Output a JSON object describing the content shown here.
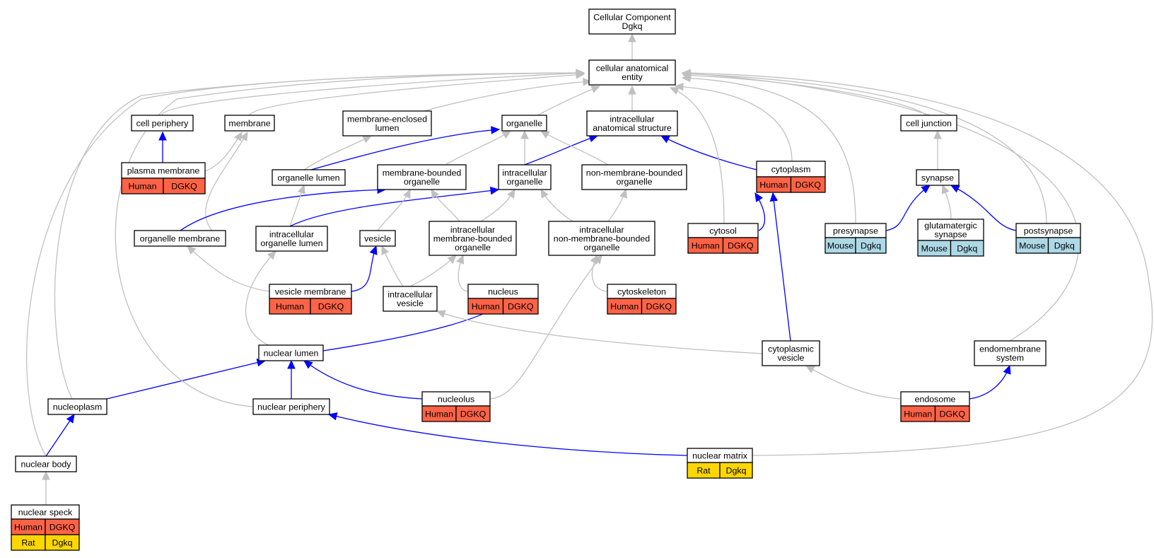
{
  "colors": {
    "human": "#ff6347",
    "mouse": "#add8e6",
    "rat": "#ffd700",
    "is_a_edge": "#c0c0c0",
    "part_of_edge": "#0000ff"
  },
  "nodes": {
    "cc": [
      "Cellular Component",
      "Dgkq"
    ],
    "cae": [
      "cellular anatomical",
      "entity"
    ],
    "cellperiph": [
      "cell periphery"
    ],
    "membrane": [
      "membrane"
    ],
    "melumen": [
      "membrane-enclosed",
      "lumen"
    ],
    "organelle": [
      "organelle"
    ],
    "ias": [
      "intracellular",
      "anatomical structure"
    ],
    "celljunction": [
      "cell junction"
    ],
    "plasmamem": [
      "plasma membrane"
    ],
    "orglumen": [
      "organelle lumen"
    ],
    "mbo": [
      "membrane-bounded",
      "organelle"
    ],
    "intorg": [
      "intracellular",
      "organelle"
    ],
    "nmbo": [
      "non-membrane-bounded",
      "organelle"
    ],
    "cytoplasm": [
      "cytoplasm"
    ],
    "synapse": [
      "synapse"
    ],
    "orgmem": [
      "organelle membrane"
    ],
    "iol": [
      "intracellular",
      "organelle lumen"
    ],
    "vesicle": [
      "vesicle"
    ],
    "imbo": [
      "intracellular",
      "membrane-bounded",
      "organelle"
    ],
    "inmbo": [
      "intracellular",
      "non-membrane-bounded",
      "organelle"
    ],
    "cytosol": [
      "cytosol"
    ],
    "presyn": [
      "presynapse"
    ],
    "glusyn": [
      "glutamatergic",
      "synapse"
    ],
    "postsyn": [
      "postsynapse"
    ],
    "vesmem": [
      "vesicle membrane"
    ],
    "intves": [
      "intracellular",
      "vesicle"
    ],
    "nucleus": [
      "nucleus"
    ],
    "cytoskel": [
      "cytoskeleton"
    ],
    "nuclumen": [
      "nuclear lumen"
    ],
    "cytoves": [
      "cytoplasmic",
      "vesicle"
    ],
    "endomem": [
      "endomembrane",
      "system"
    ],
    "nucleoplasm": [
      "nucleoplasm"
    ],
    "nucperiph": [
      "nuclear periphery"
    ],
    "nucleolus": [
      "nucleolus"
    ],
    "endosome": [
      "endosome"
    ],
    "nucbody": [
      "nuclear body"
    ],
    "nucmatrix": [
      "nuclear matrix"
    ],
    "nucspeck": [
      "nuclear speck"
    ]
  },
  "annotations": {
    "plasmamem": [
      [
        "Human",
        "DGKQ"
      ]
    ],
    "cytoplasm": [
      [
        "Human",
        "DGKQ"
      ]
    ],
    "cytosol": [
      [
        "Human",
        "DGKQ"
      ]
    ],
    "presyn": [
      [
        "Mouse",
        "Dgkq"
      ]
    ],
    "glusyn": [
      [
        "Mouse",
        "Dgkq"
      ]
    ],
    "postsyn": [
      [
        "Mouse",
        "Dgkq"
      ]
    ],
    "vesmem": [
      [
        "Human",
        "DGKQ"
      ]
    ],
    "nucleus": [
      [
        "Human",
        "DGKQ"
      ]
    ],
    "cytoskel": [
      [
        "Human",
        "DGKQ"
      ]
    ],
    "nucleolus": [
      [
        "Human",
        "DGKQ"
      ]
    ],
    "endosome": [
      [
        "Human",
        "DGKQ"
      ]
    ],
    "nucmatrix": [
      [
        "Rat",
        "Dgkq"
      ]
    ],
    "nucspeck": [
      [
        "Human",
        "DGKQ"
      ],
      [
        "Rat",
        "Dgkq"
      ]
    ]
  },
  "edges": [
    [
      "cae",
      "cc",
      "is_a"
    ],
    [
      "cellperiph",
      "cae",
      "is_a"
    ],
    [
      "membrane",
      "cae",
      "is_a"
    ],
    [
      "melumen",
      "cae",
      "is_a"
    ],
    [
      "organelle",
      "cae",
      "is_a"
    ],
    [
      "ias",
      "cae",
      "is_a"
    ],
    [
      "celljunction",
      "cae",
      "is_a"
    ],
    [
      "plasmamem",
      "cellperiph",
      "part_of"
    ],
    [
      "plasmamem",
      "membrane",
      "is_a"
    ],
    [
      "orglumen",
      "melumen",
      "is_a"
    ],
    [
      "orglumen",
      "organelle",
      "part_of"
    ],
    [
      "mbo",
      "organelle",
      "is_a"
    ],
    [
      "intorg",
      "organelle",
      "is_a"
    ],
    [
      "intorg",
      "ias",
      "part_of"
    ],
    [
      "nmbo",
      "organelle",
      "is_a"
    ],
    [
      "cytoplasm",
      "ias",
      "part_of"
    ],
    [
      "cytoplasm",
      "cae",
      "is_a"
    ],
    [
      "synapse",
      "celljunction",
      "is_a"
    ],
    [
      "orgmem",
      "membrane",
      "is_a"
    ],
    [
      "orgmem",
      "mbo",
      "part_of"
    ],
    [
      "iol",
      "orglumen",
      "is_a"
    ],
    [
      "iol",
      "intorg",
      "part_of"
    ],
    [
      "vesicle",
      "mbo",
      "is_a"
    ],
    [
      "imbo",
      "mbo",
      "is_a"
    ],
    [
      "imbo",
      "intorg",
      "is_a"
    ],
    [
      "inmbo",
      "intorg",
      "is_a"
    ],
    [
      "inmbo",
      "nmbo",
      "is_a"
    ],
    [
      "cytosol",
      "cae",
      "is_a"
    ],
    [
      "cytosol",
      "cytoplasm",
      "part_of"
    ],
    [
      "presyn",
      "cae",
      "is_a"
    ],
    [
      "presyn",
      "synapse",
      "part_of"
    ],
    [
      "glusyn",
      "synapse",
      "is_a"
    ],
    [
      "postsyn",
      "cae",
      "is_a"
    ],
    [
      "postsyn",
      "synapse",
      "part_of"
    ],
    [
      "vesmem",
      "orgmem",
      "is_a"
    ],
    [
      "vesmem",
      "vesicle",
      "part_of"
    ],
    [
      "intves",
      "vesicle",
      "is_a"
    ],
    [
      "intves",
      "imbo",
      "is_a"
    ],
    [
      "nucleus",
      "imbo",
      "is_a"
    ],
    [
      "cytoskel",
      "inmbo",
      "is_a"
    ],
    [
      "nuclumen",
      "iol",
      "is_a"
    ],
    [
      "nuclumen",
      "nucleus",
      "part_of"
    ],
    [
      "cytoves",
      "intves",
      "is_a"
    ],
    [
      "cytoves",
      "cytoplasm",
      "part_of"
    ],
    [
      "endomem",
      "cae",
      "is_a"
    ],
    [
      "nucleoplasm",
      "nuclumen",
      "part_of"
    ],
    [
      "nucleoplasm",
      "cae",
      "is_a"
    ],
    [
      "nucperiph",
      "nuclumen",
      "part_of"
    ],
    [
      "nucperiph",
      "cae",
      "is_a"
    ],
    [
      "nucleolus",
      "nuclumen",
      "part_of"
    ],
    [
      "nucleolus",
      "inmbo",
      "is_a"
    ],
    [
      "endosome",
      "cytoves",
      "is_a"
    ],
    [
      "endosome",
      "endomem",
      "part_of"
    ],
    [
      "nucbody",
      "nucleoplasm",
      "part_of"
    ],
    [
      "nucbody",
      "cae",
      "is_a"
    ],
    [
      "nucmatrix",
      "nucperiph",
      "part_of"
    ],
    [
      "nucmatrix",
      "cae",
      "is_a"
    ],
    [
      "nucspeck",
      "nucbody",
      "is_a"
    ]
  ]
}
